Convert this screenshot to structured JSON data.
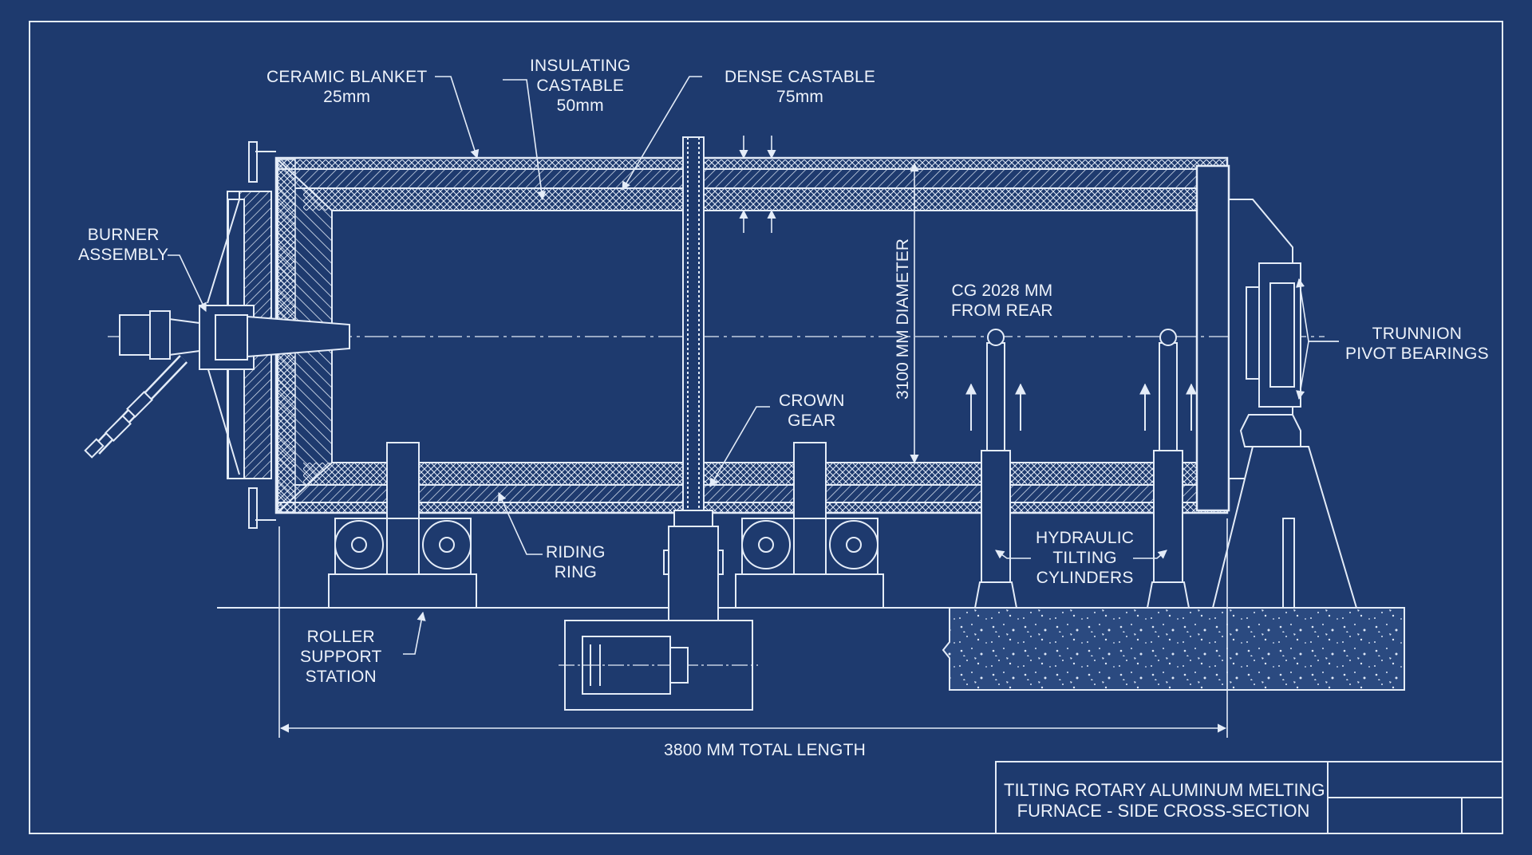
{
  "colors": {
    "background": "#1e3a6e",
    "line": "#e4ecf8",
    "concrete": "#2b4a80"
  },
  "labels": {
    "ceramic_blanket": "CERAMIC BLANKET\n25mm",
    "insulating_castable": "INSULATING\nCASTABLE\n50mm",
    "dense_castable": "DENSE CASTABLE\n75mm",
    "burner_assembly": "BURNER\nASSEMBLY",
    "diameter": "3100 MM DIAMETER",
    "center_of_gravity": "CG 2028 MM\nFROM REAR",
    "trunnion_bearings": "TRUNNION\nPIVOT BEARINGS",
    "crown_gear": "CROWN\nGEAR",
    "riding_ring": "RIDING\nRING",
    "hydraulic_cylinders": "HYDRAULIC\nTILTING\nCYLINDERS",
    "roller_support": "ROLLER\nSUPPORT\nSTATION",
    "total_length": "3800 MM TOTAL LENGTH"
  },
  "title_block": {
    "title": "TILTING ROTARY ALUMINUM MELTING\nFURNACE - SIDE CROSS-SECTION"
  }
}
